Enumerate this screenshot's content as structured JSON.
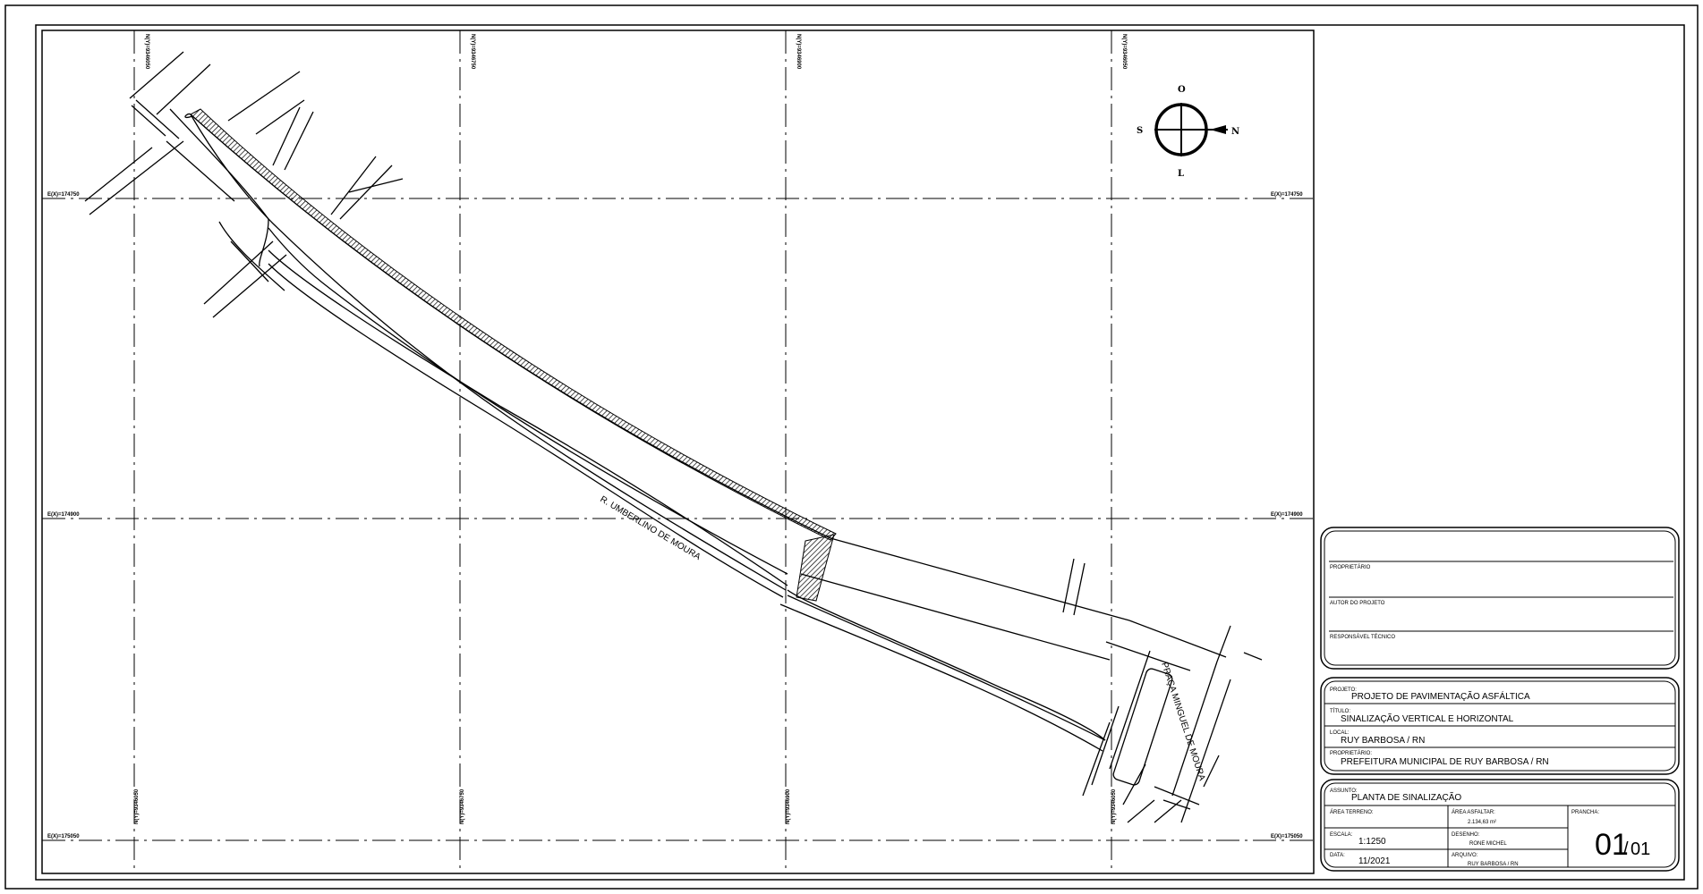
{
  "map": {
    "grid_labels": {
      "north_labels": [
        "N(Y)=9346050",
        "N(Y)=9346750",
        "N(Y)=9346900",
        "N(Y)=9346050"
      ],
      "east_labels": [
        "E(X)=174750",
        "E(X)=174900",
        "E(X)=175050"
      ]
    },
    "streets": {
      "main": "R. UMBERLINO DE MOURA",
      "square": "PRAÇA MINGUEL DE MOURA"
    },
    "compass": {
      "top": "O",
      "bottom": "L",
      "left": "S",
      "right": "N"
    }
  },
  "title_block": {
    "owner_label": "PROPRIETÁRIO",
    "author_label": "AUTOR DO PROJETO",
    "tech_label": "RESPONSÁVEL TÉCNICO",
    "project_label": "PROJETO:",
    "project_value": "PROJETO DE PAVIMENTAÇÃO ASFÁLTICA",
    "title_label": "TÍTULO:",
    "title_value": "SINALIZAÇÃO VERTICAL E HORIZONTAL",
    "local_label": "LOCAL:",
    "local_value": "RUY BARBOSA / RN",
    "owner2_label": "PROPRIETÁRIO:",
    "owner2_value": "PREFEITURA MUNICIPAL DE RUY BARBOSA / RN",
    "subject_label": "ASSUNTO:",
    "subject_value": "PLANTA DE SINALIZAÇÃO",
    "area_terreno_label": "ÁREA TERRENO:",
    "area_asfaltar_label": "ÁREA ASFALTAR:",
    "area_asfaltar_value": "2.134,63 m²",
    "prancha_label": "PRANCHA:",
    "prancha_main": "01",
    "prancha_total": "01",
    "escala_label": "ESCALA:",
    "escala_value": "1:1250",
    "desenho_label": "DESENHO:",
    "desenho_value": "RONE MICHEL",
    "data_label": "DATA:",
    "data_value": "11/2021",
    "arquivo_label": "ARQUIVO:",
    "arquivo_value": "RUY BARBOSA / RN"
  }
}
